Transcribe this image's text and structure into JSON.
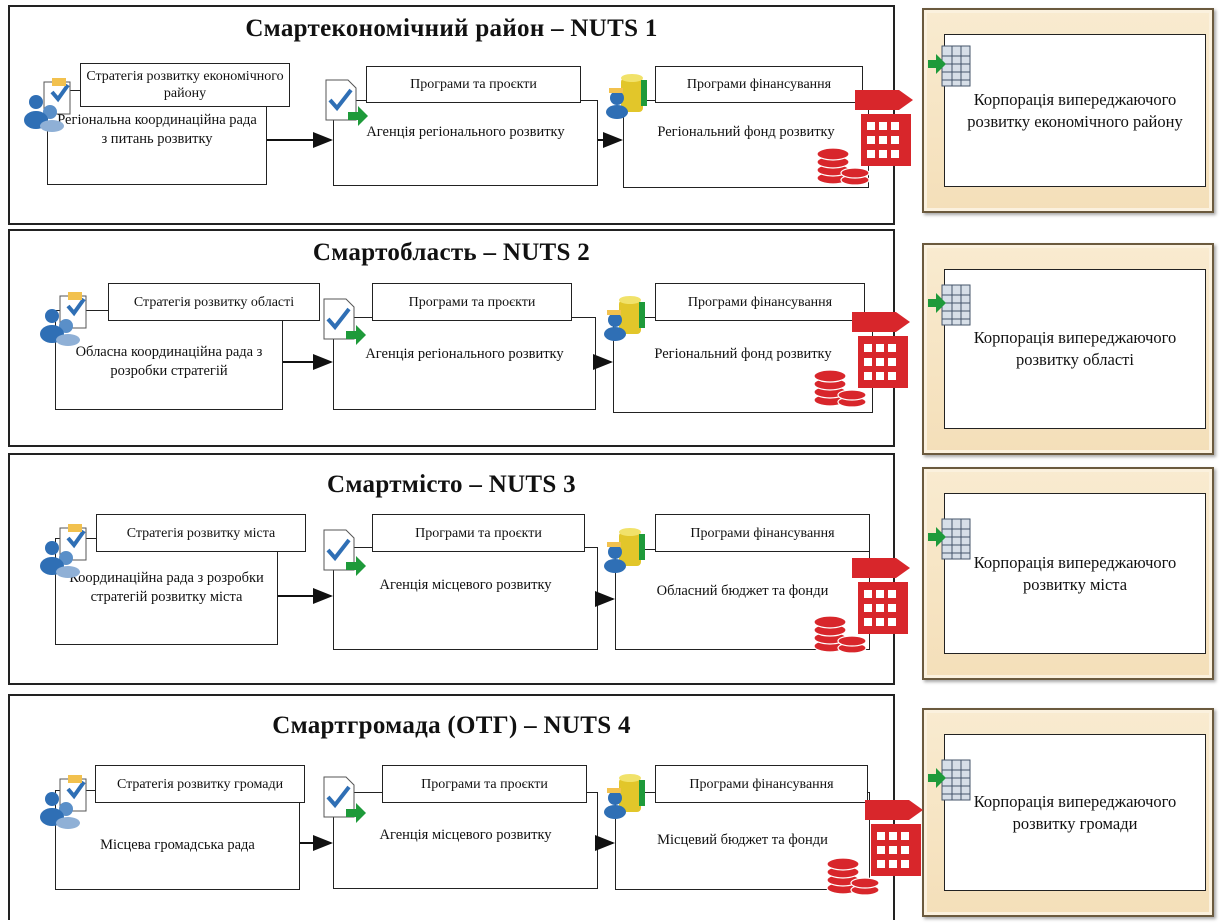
{
  "levels": [
    {
      "title": "Смартекономічний район – NUTS 1",
      "strategy_header": "Стратегія розвитку економічного району",
      "council": "Регіональна координаційна рада з питань розвитку",
      "programs_header": "Програми та проєкти",
      "agency": "Агенція регіонального розвитку",
      "financing_header": "Програми фінансування",
      "fund": "Регіональний фонд розвитку",
      "corporation": "Корпорація випереджаючого розвитку економічного району"
    },
    {
      "title": "Смартобласть – NUTS 2",
      "strategy_header": "Стратегія розвитку області",
      "council": "Обласна координаційна рада з розробки стратегій",
      "programs_header": "Програми та проєкти",
      "agency": "Агенція регіонального розвитку",
      "financing_header": "Програми фінансування",
      "fund": "Регіональний фонд розвитку",
      "corporation": "Корпорація випереджаючого розвитку області"
    },
    {
      "title": "Смартмісто – NUTS 3",
      "strategy_header": "Стратегія розвитку міста",
      "council": "Координаційна рада з розробки стратегій розвитку міста",
      "programs_header": "Програми та проєкти",
      "agency": "Агенція місцевого розвитку",
      "financing_header": "Програми фінансування",
      "fund": "Обласний бюджет та фонди",
      "corporation": "Корпорація випереджаючого розвитку міста"
    },
    {
      "title": "Смартгромада (ОТГ) – NUTS 4",
      "strategy_header": "Стратегія розвитку громади",
      "council": "Місцева громадська рада",
      "programs_header": "Програми та проєкти",
      "agency": "Агенція місцевого розвитку",
      "financing_header": "Програми фінансування",
      "fund": "Місцевий бюджет та фонди",
      "corporation": "Корпорація випереджаючого розвитку громади"
    }
  ],
  "colors": {
    "corporation_fill": "#f4dfb9",
    "building_red": "#d8262b",
    "arrow_green": "#1e9a3a",
    "document_blue": "#2f6fb5"
  },
  "icons": {
    "strategy": "people-document-icon",
    "programs": "document-check-icon",
    "financing": "database-user-icon",
    "fund": "bank-building-coins-icon",
    "corporation": "table-arrow-icon"
  }
}
